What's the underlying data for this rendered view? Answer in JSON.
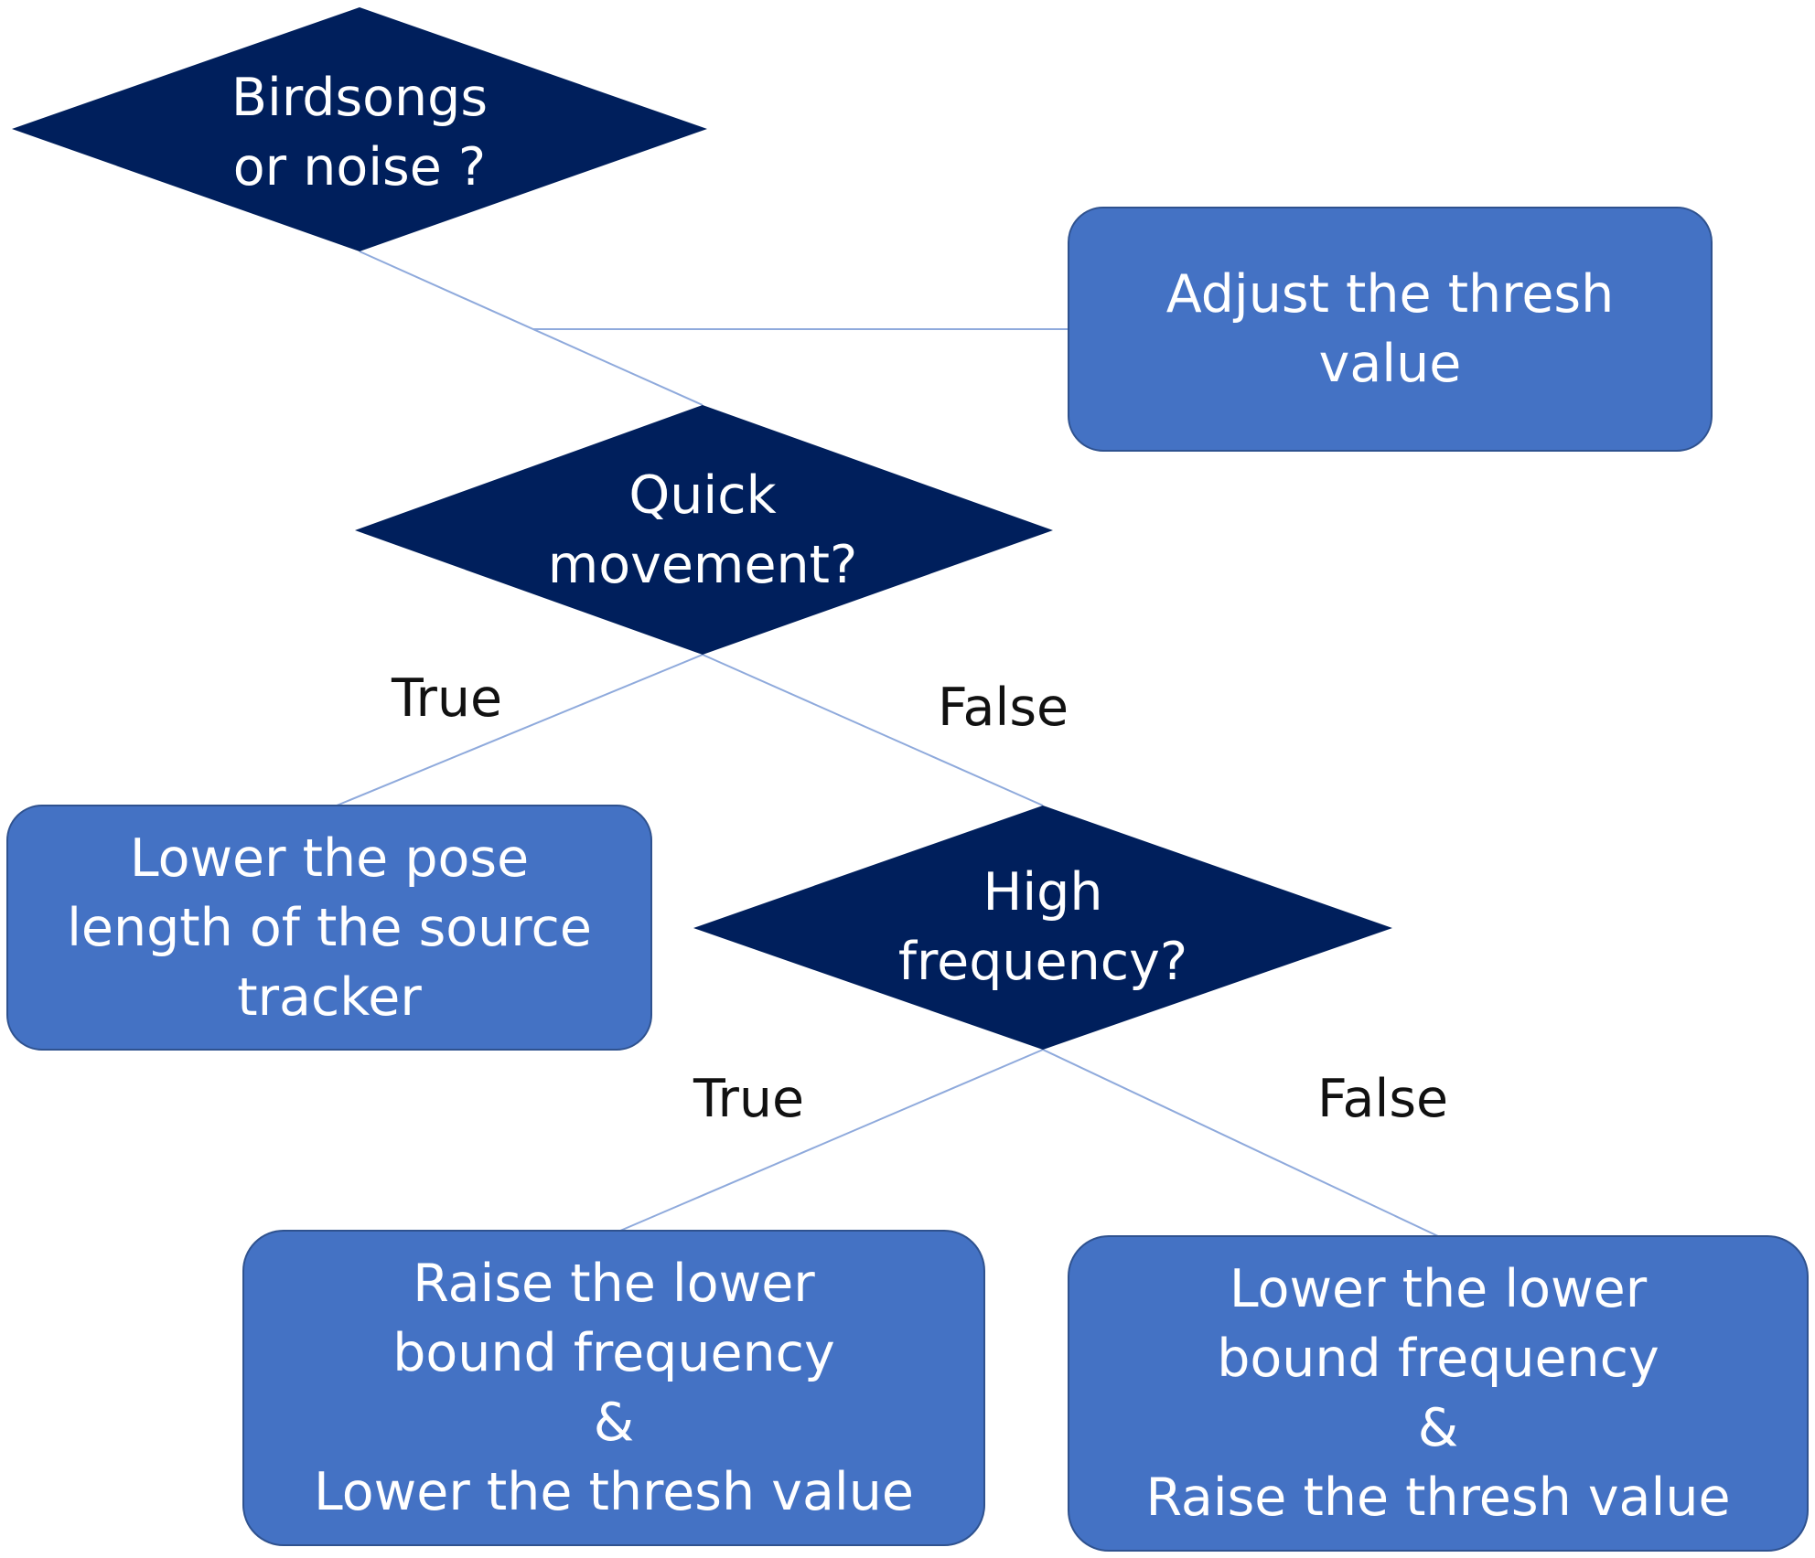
{
  "colors": {
    "decision_fill": "#001f5c",
    "action_fill": "#4472c4",
    "action_border": "#2f528f",
    "edge": "#8faadc",
    "label_text": "#111111"
  },
  "nodes": {
    "birdsongs": {
      "text": "Birdsongs\nor noise ?",
      "shape": "diamond"
    },
    "adjust": {
      "text": "Adjust the thresh\nvalue",
      "shape": "rounded-rect"
    },
    "quick": {
      "text": "Quick\nmovement?",
      "shape": "diamond"
    },
    "lower_pose": {
      "text": "Lower the pose\nlength of the source\ntracker",
      "shape": "rounded-rect"
    },
    "high": {
      "text": "High\nfrequency?",
      "shape": "diamond"
    },
    "raise_lower": {
      "text": "Raise the lower\nbound frequency\n&\nLower the thresh value",
      "shape": "rounded-rect"
    },
    "lower_lower": {
      "text": "Lower the lower\nbound frequency\n&\nRaise the thresh value",
      "shape": "rounded-rect"
    }
  },
  "edge_labels": {
    "quick_true": "True",
    "quick_false": "False",
    "high_true": "True",
    "high_false": "False"
  }
}
